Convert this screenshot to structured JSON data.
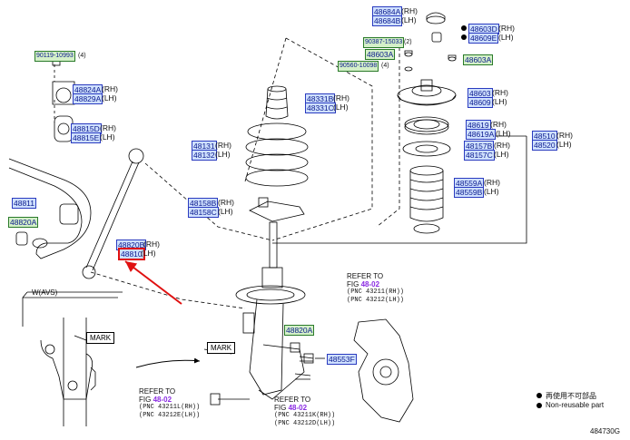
{
  "diagram_id": "484730G",
  "parts": {
    "p1": {
      "num": "48684A",
      "suffix": "(RH)"
    },
    "p2": {
      "num": "48684B",
      "suffix": "(LH)"
    },
    "p3": {
      "num": "48603D",
      "suffix": "(RH)"
    },
    "p4": {
      "num": "48609E",
      "suffix": "(LH)"
    },
    "p5": {
      "num": "90387-15033",
      "suffix": "(2)"
    },
    "p6": {
      "num": "48603A",
      "suffix": ""
    },
    "p7": {
      "num": "90560-10098",
      "suffix": "(4)"
    },
    "p8": {
      "num": "48603A",
      "suffix": ""
    },
    "p9": {
      "num": "90119-10993",
      "suffix": "(4)"
    },
    "p10": {
      "num": "48824A",
      "suffix": "(RH)"
    },
    "p11": {
      "num": "48829A",
      "suffix": "(LH)"
    },
    "p12": {
      "num": "48331B",
      "suffix": "(RH)"
    },
    "p13": {
      "num": "48331C",
      "suffix": "(LH)"
    },
    "p14": {
      "num": "48603",
      "suffix": "(RH)"
    },
    "p15": {
      "num": "48609",
      "suffix": "(LH)"
    },
    "p16": {
      "num": "48815D",
      "suffix": "(RH)"
    },
    "p17": {
      "num": "48815E",
      "suffix": "(LH)"
    },
    "p18": {
      "num": "48619",
      "suffix": "(RH)"
    },
    "p19": {
      "num": "48619A",
      "suffix": "(LH)"
    },
    "p20": {
      "num": "48510",
      "suffix": "(RH)"
    },
    "p21": {
      "num": "48520",
      "suffix": "(LH)"
    },
    "p22": {
      "num": "48131",
      "suffix": "(RH)"
    },
    "p23": {
      "num": "48132",
      "suffix": "(LH)"
    },
    "p24": {
      "num": "48157B",
      "suffix": "(RH)"
    },
    "p25": {
      "num": "48157C",
      "suffix": "(LH)"
    },
    "p26": {
      "num": "48559A",
      "suffix": "(RH)"
    },
    "p27": {
      "num": "48559B",
      "suffix": "(LH)"
    },
    "p28": {
      "num": "48811",
      "suffix": ""
    },
    "p29": {
      "num": "48158B",
      "suffix": "(RH)"
    },
    "p30": {
      "num": "48158C",
      "suffix": "(LH)"
    },
    "p31": {
      "num": "48820A",
      "suffix": ""
    },
    "p32": {
      "num": "48820B",
      "suffix": "(RH)"
    },
    "p33": {
      "num": "48810",
      "suffix": "(LH)"
    },
    "p34": {
      "num": "48820A",
      "suffix": ""
    },
    "p35": {
      "num": "48553F",
      "suffix": ""
    }
  },
  "labels": {
    "avs": "W(AVS)",
    "mark1": "MARK",
    "mark2": "MARK",
    "refer_top_1": "REFER TO",
    "refer_top_2": "FIG ",
    "refer_top_fig": "48-02",
    "refer_top_pnc1": "(PNC 43211(RH))",
    "refer_top_pnc2": "(PNC 43212(LH))",
    "refer_bl_1": "REFER TO",
    "refer_bl_2": "FIG ",
    "refer_bl_fig": "48-02",
    "refer_bl_pnc1": "(PNC 43211L(RH))",
    "refer_bl_pnc2": "(PNC 43212E(LH))",
    "refer_br_1": "REFER TO",
    "refer_br_2": "FIG ",
    "refer_br_fig": "48-02",
    "refer_br_pnc1": "(PNC 43211K(RH))",
    "refer_br_pnc2": "(PNC 43212D(LH))",
    "legend_1": "再使用不可部品",
    "legend_2": "Non-reusable part"
  },
  "colors": {
    "part_box_blue": "#cfe0ff",
    "part_box_green": "#d4f0c8",
    "highlight_red": "#e01010",
    "fig_purple": "#8a2be2"
  }
}
